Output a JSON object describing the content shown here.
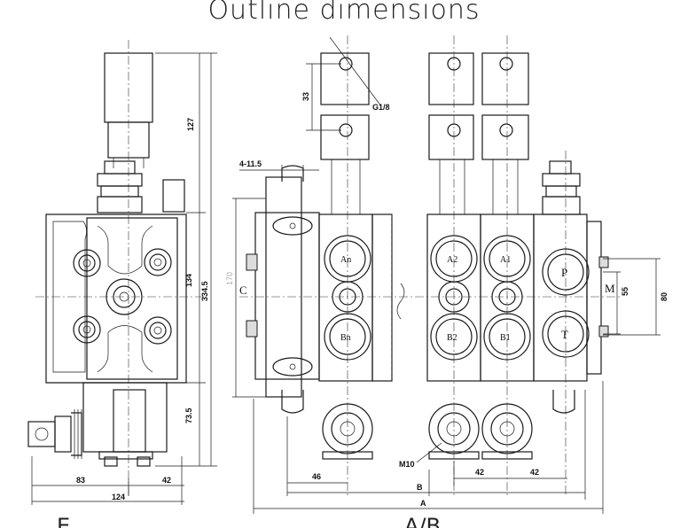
{
  "title": "Outline dimensions",
  "side_view": {
    "dims": {
      "top_height": "127",
      "mid_height": "134",
      "total_height": "334.5",
      "bottom_height": "73.5",
      "width_83": "83",
      "width_42": "42",
      "width_124": "124"
    }
  },
  "front_view": {
    "dims": {
      "top_33": "33",
      "thread": "G1/8",
      "holes": "4-11.5",
      "h170": "170",
      "c_label": "C",
      "m_label": "M",
      "d55": "55",
      "d80": "80",
      "w46": "46",
      "m10": "M10",
      "w42a": "42",
      "w42b": "42",
      "b_label": "B",
      "a_label": "A"
    },
    "ports": {
      "an": "An",
      "bn": "Bn",
      "a2": "A2",
      "b2": "B2",
      "a1": "A1",
      "b1": "B1",
      "p": "P",
      "t": "T"
    }
  },
  "footer": {
    "left_fragment": "E",
    "right_fragment": "A/B"
  }
}
